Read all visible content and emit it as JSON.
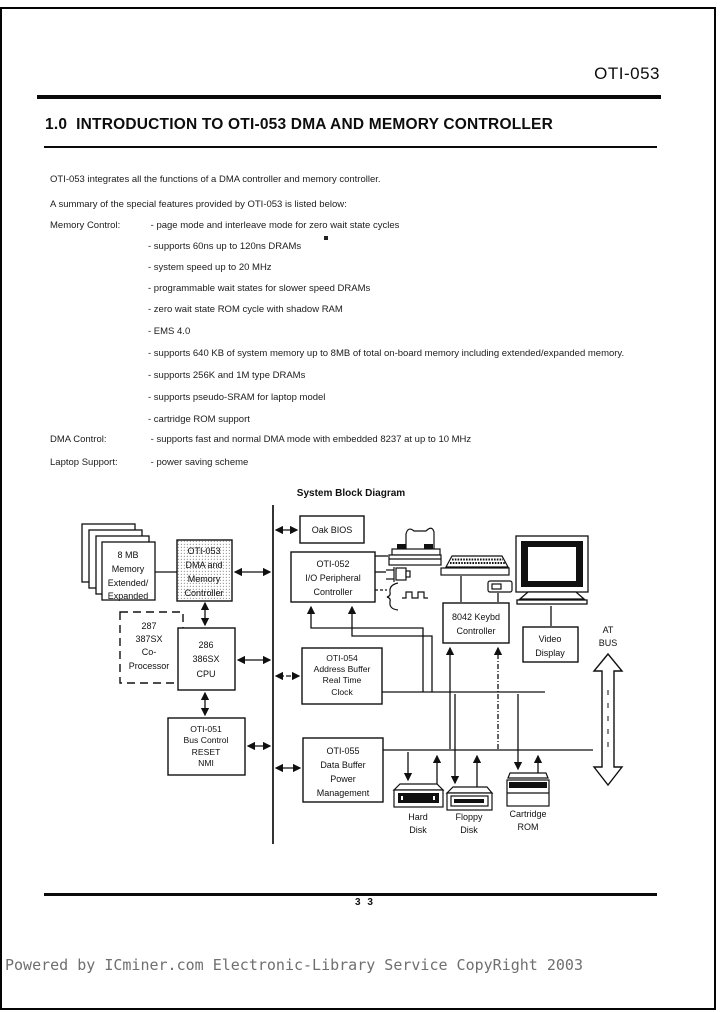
{
  "page": {
    "header_right": "OTI-053",
    "title": "1.0  INTRODUCTION TO OTI-053 DMA AND MEMORY CONTROLLER",
    "intro1": "OTI-053 integrates all the functions of a DMA controller and memory controller.",
    "intro2": "A summary of the special features provided by OTI-053 is listed below:",
    "page_number": "3 3",
    "watermark": "Powered by ICminer.com Electronic-Library Service CopyRight 2003"
  },
  "features": [
    {
      "label": "Memory Control:",
      "items": [
        "- page mode and interleave mode for zero wait state cycles",
        "- supports 60ns up to 120ns DRAMs",
        "- system speed up to 20 MHz",
        "- programmable wait states for slower speed DRAMs",
        "- zero wait state ROM cycle with shadow RAM",
        "- EMS 4.0",
        "- supports 640 KB of system memory up to 8MB of total on-board memory including extended/expanded memory.",
        "- supports 256K and 1M type DRAMs",
        "- supports pseudo-SRAM for laptop model",
        "- cartridge ROM support"
      ]
    },
    {
      "label": "DMA Control:",
      "items": [
        "- supports fast and normal DMA mode with embedded 8237 at up to 10 MHz"
      ]
    },
    {
      "label": "Laptop Support:",
      "items": [
        "- power saving scheme"
      ]
    }
  ],
  "diagram": {
    "title": "System Block Diagram",
    "boxes": {
      "memory": [
        "8 MB",
        "Memory",
        "Extended/",
        "Expanded"
      ],
      "oti053": [
        "OTI-053",
        "DMA and",
        "Memory",
        "Controller"
      ],
      "oakbios": [
        "Oak BIOS"
      ],
      "oti052": [
        "OTI-052",
        "I/O Peripheral",
        "Controller"
      ],
      "coproc": [
        "287",
        "387SX",
        "Co-",
        "Processor"
      ],
      "cpu": [
        "286",
        "386SX",
        "CPU"
      ],
      "oti054": [
        "OTI-054",
        "Address Buffer",
        "Real Time",
        "Clock"
      ],
      "oti051": [
        "OTI-051",
        "Bus Control",
        "RESET",
        "NMI"
      ],
      "oti055": [
        "OTI-055",
        "Data Buffer",
        "Power",
        "Management"
      ],
      "keybd": [
        "8042 Keybd",
        "Controller"
      ],
      "video": [
        "Video",
        "Display"
      ]
    },
    "labels": {
      "atbus": [
        "AT",
        "BUS"
      ],
      "harddisk": [
        "Hard",
        "Disk"
      ],
      "floppy": [
        "Floppy",
        "Disk"
      ],
      "cartridge": [
        "Cartridge",
        "ROM"
      ]
    },
    "icons": [
      "printer-icon",
      "connector-icon",
      "waveform-icon",
      "keyboard-icon",
      "mouse-icon",
      "monitor-icon",
      "hard-disk-icon",
      "floppy-disk-icon",
      "cartridge-rom-icon",
      "at-bus-arrow-icon"
    ]
  },
  "colors": {
    "ink": "#101010",
    "paper": "#ffffff",
    "watermark_gray": "#6f6f6f"
  }
}
